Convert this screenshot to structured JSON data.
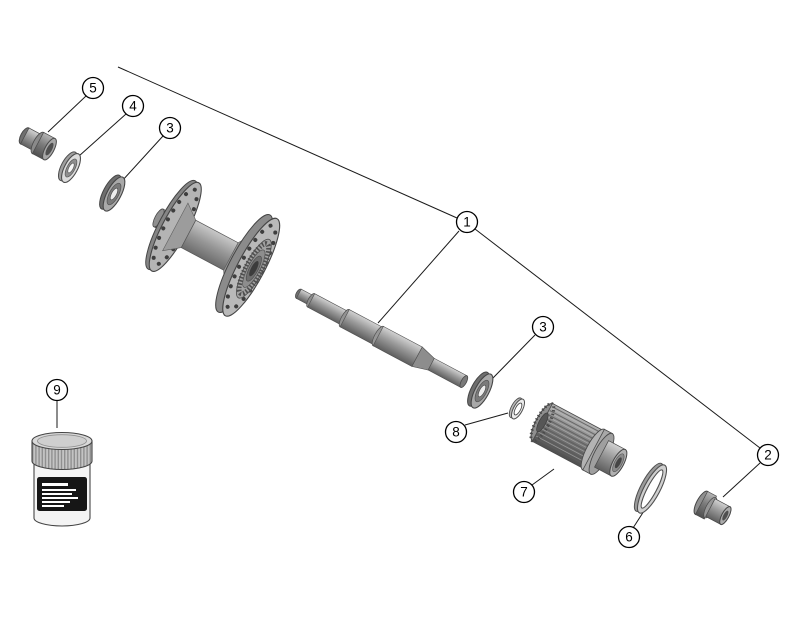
{
  "page": {
    "background": "#ffffff",
    "line_color": "#1a1a1a",
    "part_color": "#9a9a9a"
  },
  "callouts": [
    {
      "label": "5",
      "part": "left-axle-end-cap"
    },
    {
      "label": "4",
      "part": "cone-washer"
    },
    {
      "label": "3",
      "part": "left-seal-ring"
    },
    {
      "label": "1",
      "part": "hub-axle-assembly"
    },
    {
      "label": "3",
      "part": "right-seal-ring"
    },
    {
      "label": "8",
      "part": "spacer-ring"
    },
    {
      "label": "7",
      "part": "freehub-body"
    },
    {
      "label": "6",
      "part": "o-ring"
    },
    {
      "label": "2",
      "part": "right-axle-end-cap"
    },
    {
      "label": "9",
      "part": "grease-container"
    }
  ]
}
